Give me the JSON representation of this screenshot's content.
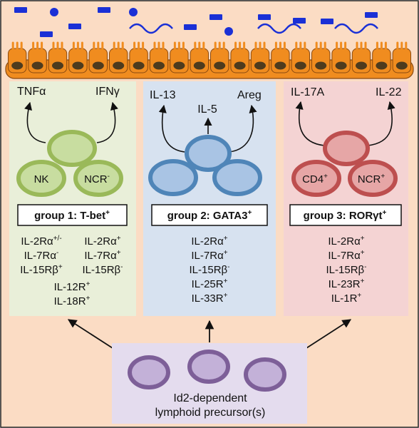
{
  "colors": {
    "background": "#fbdcc4",
    "epithelium": "#f08c1f",
    "epithelium_outline": "#8a4a10",
    "nucleus": "#4d3b1e",
    "lumen_molecules": "#1a30d6",
    "group1_panel": "#e9efd9",
    "group1_cell": "#9ab959",
    "group1_cell_inner": "#c8dda0",
    "group2_panel": "#d7e2f0",
    "group2_cell": "#4f85b8",
    "group2_cell_inner": "#a9c4e4",
    "group3_panel": "#f4d3d3",
    "group3_cell": "#bd4f4f",
    "group3_cell_inner": "#e6a6a6",
    "precursor_panel": "#e4dcee",
    "precursor_cell": "#7d5f98",
    "precursor_cell_inner": "#c3b1d8"
  },
  "group1": {
    "cytokine_left": "TNFα",
    "cytokine_right": "IFNγ",
    "cell_left": "NK",
    "cell_right": "NCR",
    "cell_right_sup": "-",
    "title": "group 1: T-bet",
    "title_sup": "+",
    "receptors_col1": [
      {
        "base": "IL-2Rα",
        "sup": "+/-"
      },
      {
        "base": "IL-7Rα",
        "sup": "-"
      },
      {
        "base": "IL-15Rβ",
        "sup": "+"
      }
    ],
    "receptors_col2": [
      {
        "base": "IL-2Rα",
        "sup": "+"
      },
      {
        "base": "IL-7Rα",
        "sup": "+"
      },
      {
        "base": "IL-15Rβ",
        "sup": "-"
      }
    ],
    "receptors_shared": [
      {
        "base": "IL-12R",
        "sup": "+"
      },
      {
        "base": "IL-18R",
        "sup": "+"
      }
    ]
  },
  "group2": {
    "cytokine_left": "IL-13",
    "cytokine_middle": "IL-5",
    "cytokine_right": "Areg",
    "title": "group 2: GATA3",
    "title_sup": "+",
    "receptors": [
      {
        "base": "IL-2Rα",
        "sup": "+"
      },
      {
        "base": "IL-7Rα",
        "sup": "+"
      },
      {
        "base": "IL-15Rβ",
        "sup": "-"
      },
      {
        "base": "IL-25R",
        "sup": "+"
      },
      {
        "base": "IL-33R",
        "sup": "+"
      }
    ]
  },
  "group3": {
    "cytokine_left": "IL-17A",
    "cytokine_right": "IL-22",
    "cell_left": "CD4",
    "cell_left_sup": "+",
    "cell_right": "NCR",
    "cell_right_sup": "+",
    "title": "group 3: RORγt",
    "title_sup": "+",
    "receptors": [
      {
        "base": "IL-2Rα",
        "sup": "+"
      },
      {
        "base": "IL-7Rα",
        "sup": "+"
      },
      {
        "base": "IL-15Rβ",
        "sup": "-"
      },
      {
        "base": "IL-23R",
        "sup": "+"
      },
      {
        "base": "IL-1R",
        "sup": "+"
      }
    ]
  },
  "precursor": {
    "label_line1": "Id2-dependent",
    "label_line2": "lymphoid precursor(s)"
  }
}
